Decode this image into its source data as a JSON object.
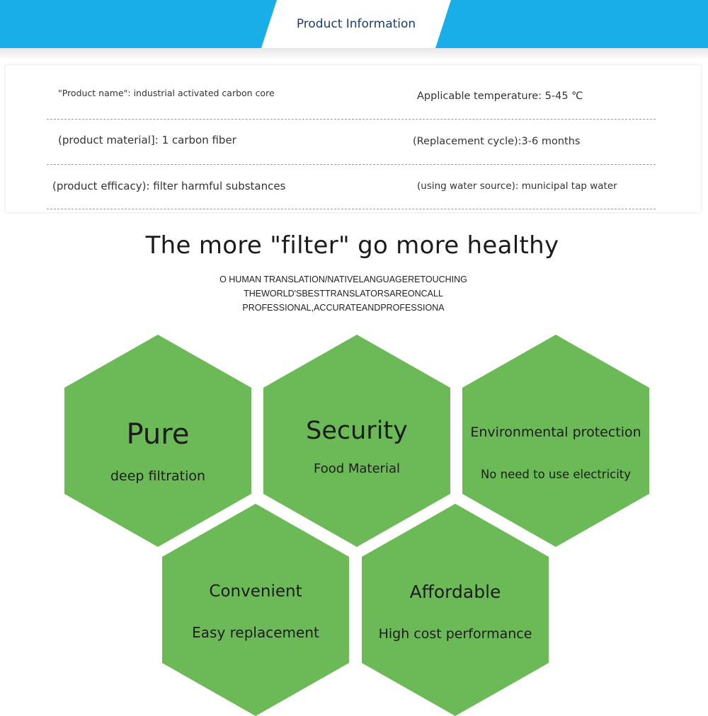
{
  "header": {
    "title": "Product Information",
    "colors": {
      "banner": "#1aaee8",
      "tab": "#ffffff",
      "title_text": "#1a3e70"
    }
  },
  "info": {
    "rows": [
      {
        "left": "\"Product name\": industrial activated carbon core",
        "right": "Applicable temperature: 5-45 ℃"
      },
      {
        "left": "(product material]: 1 carbon fiber",
        "right": "(Replacement cycle):3-6 months"
      },
      {
        "left": "(product efficacy): filter harmful substances",
        "right": "(using water source): municipal tap water"
      }
    ]
  },
  "headline": "The more \"filter\" go more healthy",
  "sublines": [
    "O HUMAN TRANSLATION/NATIVELANGUAGERETOUCHING",
    "THEWORLD'SBESTTRANSLATORSAREONCALL",
    "PROFESSIONAL,ACCURATEANDPROFESSIONA"
  ],
  "features": [
    {
      "title": "Pure",
      "subtitle": "deep filtration"
    },
    {
      "title": "Security",
      "subtitle": "Food Material"
    },
    {
      "title": "Environmental protection",
      "subtitle": "No need to use electricity"
    },
    {
      "title": "Convenient",
      "subtitle": "Easy replacement"
    },
    {
      "title": "Affordable",
      "subtitle": "High cost performance"
    }
  ],
  "colors": {
    "hexagon": "#6cba57"
  }
}
